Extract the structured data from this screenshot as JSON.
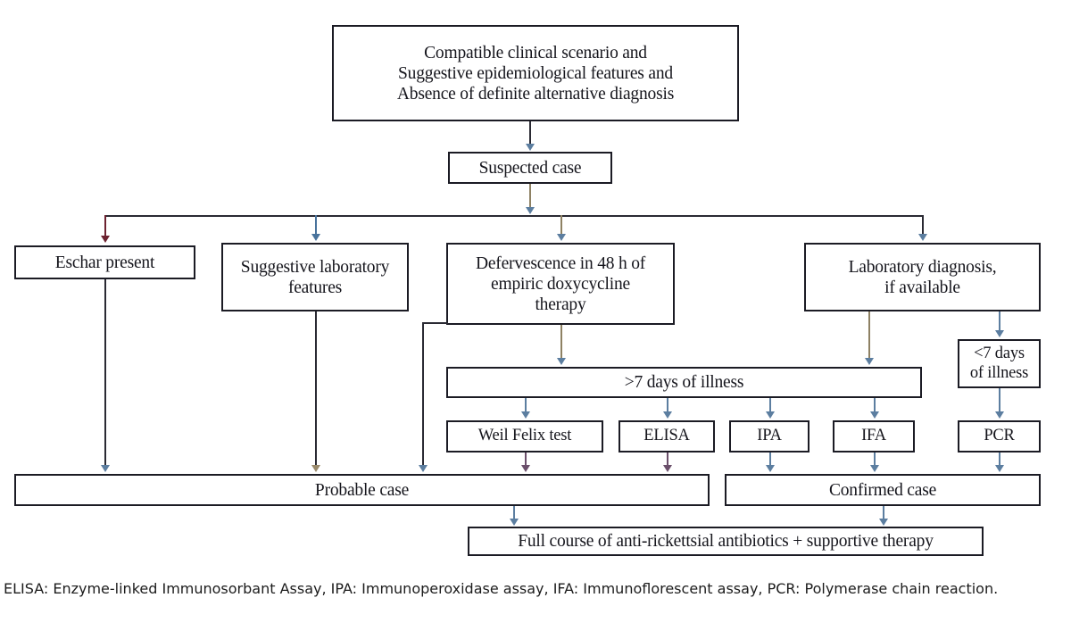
{
  "figure": {
    "type": "flowchart",
    "title": "",
    "caption": "ELISA: Enzyme-linked Immunosorbant Assay, IPA: Immunoperoxidase assay, IFA: Immunoflorescent assay, PCR: Polymerase chain reaction."
  },
  "nodes": {
    "criteria": "Compatible clinical scenario and\nSuggestive epidemiological features and\nAbsence of definite alternative diagnosis",
    "suspected_case": "Suspected case",
    "eschar_present": "Eschar present",
    "suggestive_lab_features": "Suggestive laboratory\nfeatures",
    "defervescence": "Defervescence in 48 h of\nempiric doxycycline\ntherapy",
    "laboratory_diagnosis": "Laboratory diagnosis,\nif available",
    "gt7_days": ">7 days of illness",
    "lt7_days": "<7 days\nof illness",
    "weil_felix": "Weil Felix test",
    "elisa": "ELISA",
    "ipa": "IPA",
    "ifa": "IFA",
    "pcr": "PCR",
    "probable_case": "Probable case",
    "confirmed_case": "Confirmed case",
    "full_course": "Full course of anti-rickettsial antibiotics + supportive therapy"
  },
  "colors": {
    "box_border": "#1b1b24",
    "text": "#15151c",
    "connector": "#2a2a33",
    "arrow_red": "#6d2230",
    "arrow_blue": "#49739c",
    "arrow_tan": "#9a8a6b",
    "arrow_purple": "#6b4f6b",
    "arrow_steel": "#5c7ea0",
    "background": "#ffffff"
  }
}
